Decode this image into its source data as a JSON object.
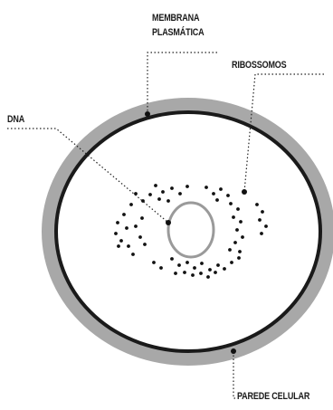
{
  "labels": {
    "membrana_line1": "MEMBRANA",
    "membrana_line2": "PLASMÁTICA",
    "ribossomos": "RIBOSSOMOS",
    "dna": "DNA",
    "parede_celular": "PAREDE CELULAR"
  },
  "colors": {
    "cell_wall": "#a8a8a8",
    "membrane": "#1a1a1a",
    "cytoplasm": "#ffffff",
    "nucleoid": "#9a9a9a",
    "ribosome": "#111111",
    "leader_line": "#222222"
  }
}
